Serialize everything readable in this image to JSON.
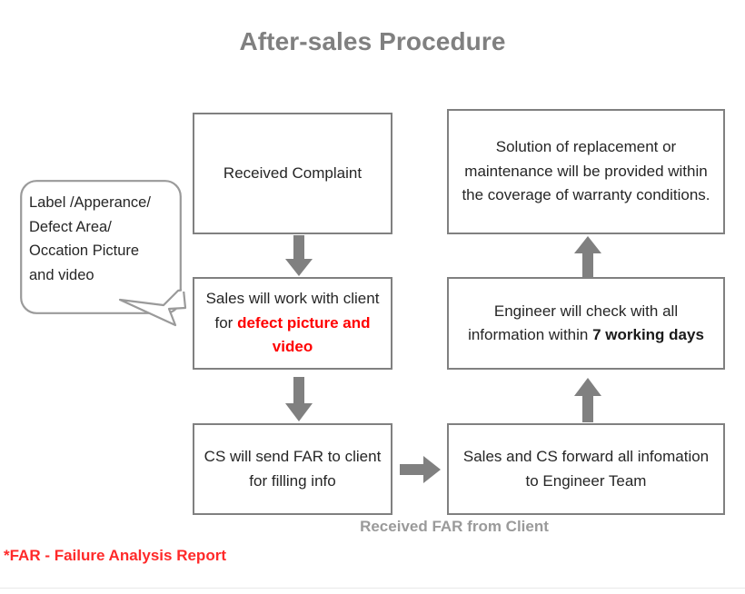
{
  "page": {
    "title": "After-sales Procedure",
    "background_color": "#ffffff",
    "title_color": "#808080",
    "box_border_color": "#808080",
    "arrow_color": "#808080",
    "accent_red": "#ff0000",
    "caption_gray": "#9a9a9a"
  },
  "callout": {
    "name": "complaint-evidence-callout",
    "lines": [
      "Label /Apperance/",
      "Defect  Area/",
      "Occation Picture",
      "and video"
    ],
    "text": "Label /Apperance/ Defect Area/ Occation Picture and video"
  },
  "flow": {
    "left_column": [
      {
        "id": "received-complaint",
        "text": "Received Complaint",
        "parts": [
          {
            "text": "Received Complaint",
            "style": "normal"
          }
        ]
      },
      {
        "id": "sales-defect",
        "text": "Sales will work with client for defect picture and video",
        "parts": [
          {
            "text": "Sales will work with client for ",
            "style": "normal"
          },
          {
            "text": "defect picture and video",
            "style": "red-bold"
          }
        ]
      },
      {
        "id": "cs-far",
        "text": "CS will send FAR to client for filling info",
        "parts": [
          {
            "text": "CS will send FAR to client for filling info",
            "style": "normal"
          }
        ]
      }
    ],
    "right_column": [
      {
        "id": "solution-warranty",
        "text": "Solution of replacement or maintenance will be provided within the coverage of warranty conditions.",
        "parts": [
          {
            "text": "Solution of replacement or maintenance will be provided within the coverage of warranty conditions.",
            "style": "normal"
          }
        ]
      },
      {
        "id": "engineer-check",
        "text": "Engineer will check with all information within 7 working days",
        "parts": [
          {
            "text": "Engineer will check with all information within ",
            "style": "normal"
          },
          {
            "text": "7 working days",
            "style": "bold"
          }
        ]
      },
      {
        "id": "sales-cs-forward",
        "text": "Sales and CS forward all infomation to Engineer Team",
        "parts": [
          {
            "text": "Sales and CS forward all infomation to Engineer Team",
            "style": "normal"
          }
        ]
      }
    ],
    "connectors": [
      {
        "id": "arrow-down-1",
        "icon": "arrow-down-icon",
        "from": "received-complaint",
        "to": "sales-defect",
        "direction": "down"
      },
      {
        "id": "arrow-down-2",
        "icon": "arrow-down-icon",
        "from": "sales-defect",
        "to": "cs-far",
        "direction": "down"
      },
      {
        "id": "arrow-right-1",
        "icon": "arrow-right-icon",
        "from": "cs-far",
        "to": "sales-cs-forward",
        "direction": "right",
        "label": "Received FAR from Client"
      },
      {
        "id": "arrow-up-2",
        "icon": "arrow-up-icon",
        "from": "sales-cs-forward",
        "to": "engineer-check",
        "direction": "up"
      },
      {
        "id": "arrow-up-1",
        "icon": "arrow-up-icon",
        "from": "engineer-check",
        "to": "solution-warranty",
        "direction": "up"
      }
    ]
  },
  "captions": {
    "received_far": "Received FAR from Client"
  },
  "footnotes": {
    "far_definition": "*FAR - Failure Analysis Report"
  }
}
